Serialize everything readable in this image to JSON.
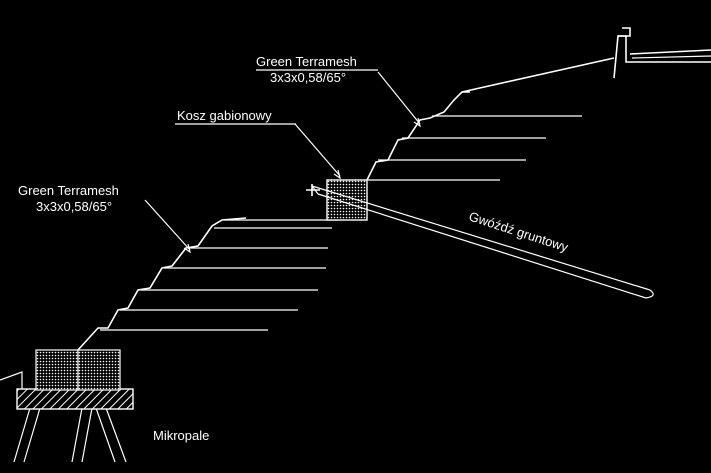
{
  "labels": {
    "upper_product": "Green  Terramesh",
    "upper_spec": "3x3x0,58/65°",
    "lower_product": "Green  Terramesh",
    "lower_spec": "3x3x0,58/65°",
    "gabion": "Kosz gabionowy",
    "soil_nail": "Gwóźdź gruntowy",
    "micropiles": "Mikropale"
  },
  "colors": {
    "background": "#000000",
    "line": "#ffffff"
  }
}
